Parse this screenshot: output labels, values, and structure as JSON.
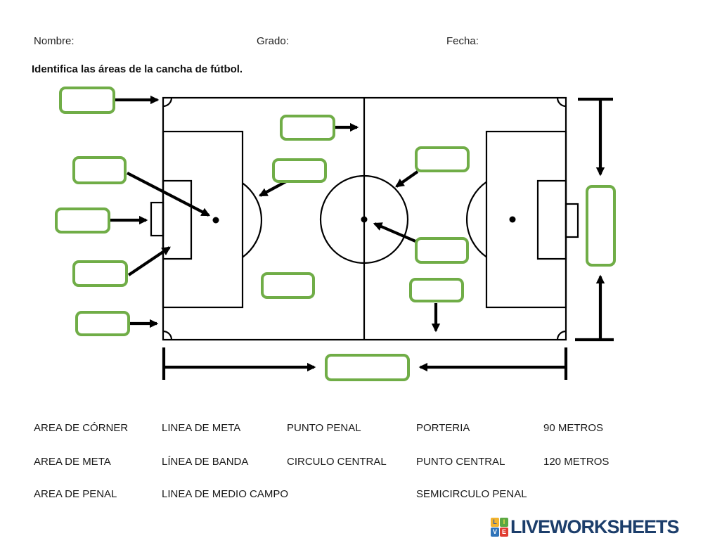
{
  "header": {
    "name_label": "Nombre:",
    "grade_label": "Grado:",
    "date_label": "Fecha:"
  },
  "instruction": "Identifica las áreas de la cancha de fútbol.",
  "diagram": {
    "description_names": [
      "soccer-field",
      "penalty-areas",
      "goal-areas",
      "goals",
      "center-circle",
      "penalty-arcs",
      "corner-arcs",
      "measurement-arrows"
    ]
  },
  "answer_boxes": [
    {
      "id": "corner-area",
      "value": ""
    },
    {
      "id": "penalty-spot",
      "value": ""
    },
    {
      "id": "goal",
      "value": ""
    },
    {
      "id": "goal-area",
      "value": ""
    },
    {
      "id": "goal-line",
      "value": ""
    },
    {
      "id": "halfway-line",
      "value": ""
    },
    {
      "id": "penalty-arc",
      "value": ""
    },
    {
      "id": "center-circle",
      "value": ""
    },
    {
      "id": "center-spot",
      "value": ""
    },
    {
      "id": "touch-line",
      "value": ""
    },
    {
      "id": "field-width",
      "value": ""
    },
    {
      "id": "field-length",
      "value": ""
    }
  ],
  "word_bank": {
    "items": [
      "AREA DE CÓRNER",
      "LINEA DE META",
      "PUNTO PENAL",
      "PORTERIA",
      "90 METROS",
      "AREA DE META",
      "LÍNEA DE BANDA",
      "CIRCULO CENTRAL",
      "PUNTO CENTRAL",
      "120 METROS",
      "AREA DE PENAL",
      "LINEA DE MEDIO CAMPO",
      "SEMICIRCULO PENAL"
    ]
  },
  "colors": {
    "answer_box_green": "#70ad47",
    "line_black": "#000000",
    "logo_navy": "#1c3e6b",
    "tile_yellow": "#f2b32e",
    "tile_green": "#5ba843",
    "tile_blue": "#2f74b9",
    "tile_red": "#e03c31"
  },
  "logo": {
    "text": "LIVEWORKSHEETS",
    "tiles": [
      {
        "letter": "L"
      },
      {
        "letter": "I"
      },
      {
        "letter": "V"
      },
      {
        "letter": "E"
      }
    ]
  }
}
